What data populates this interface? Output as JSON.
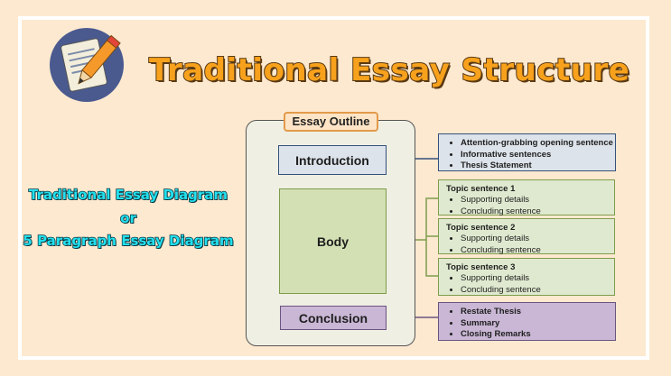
{
  "title": "Traditional Essay Structure",
  "side_text": {
    "line1": "Traditional Essay Diagram",
    "line2": "or",
    "line3": "5 Paragraph Essay Diagram"
  },
  "outline": {
    "label": "Essay Outline",
    "introduction": "Introduction",
    "body": "Body",
    "conclusion": "Conclusion"
  },
  "intro_box": {
    "items": [
      "Attention-grabbing opening sentence",
      "Informative sentences",
      "Thesis Statement"
    ]
  },
  "topics": [
    {
      "heading": "Topic sentence 1",
      "items": [
        "Supporting details",
        "Concluding sentence"
      ]
    },
    {
      "heading": "Topic sentence 2",
      "items": [
        "Supporting details",
        "Concluding sentence"
      ]
    },
    {
      "heading": "Topic sentence 3",
      "items": [
        "Supporting details",
        "Concluding sentence"
      ]
    }
  ],
  "conclusion_box": {
    "items": [
      "Restate Thesis",
      "Summary",
      "Closing Remarks"
    ]
  },
  "colors": {
    "background": "#fde9d0",
    "title": "#f7a11c",
    "side_text": "#22e0ee",
    "intro": "#dde3ea",
    "body": "#d3e0b4",
    "conclusion": "#c9b7d5"
  },
  "icons": {
    "logo": "pencil-paper-icon"
  }
}
